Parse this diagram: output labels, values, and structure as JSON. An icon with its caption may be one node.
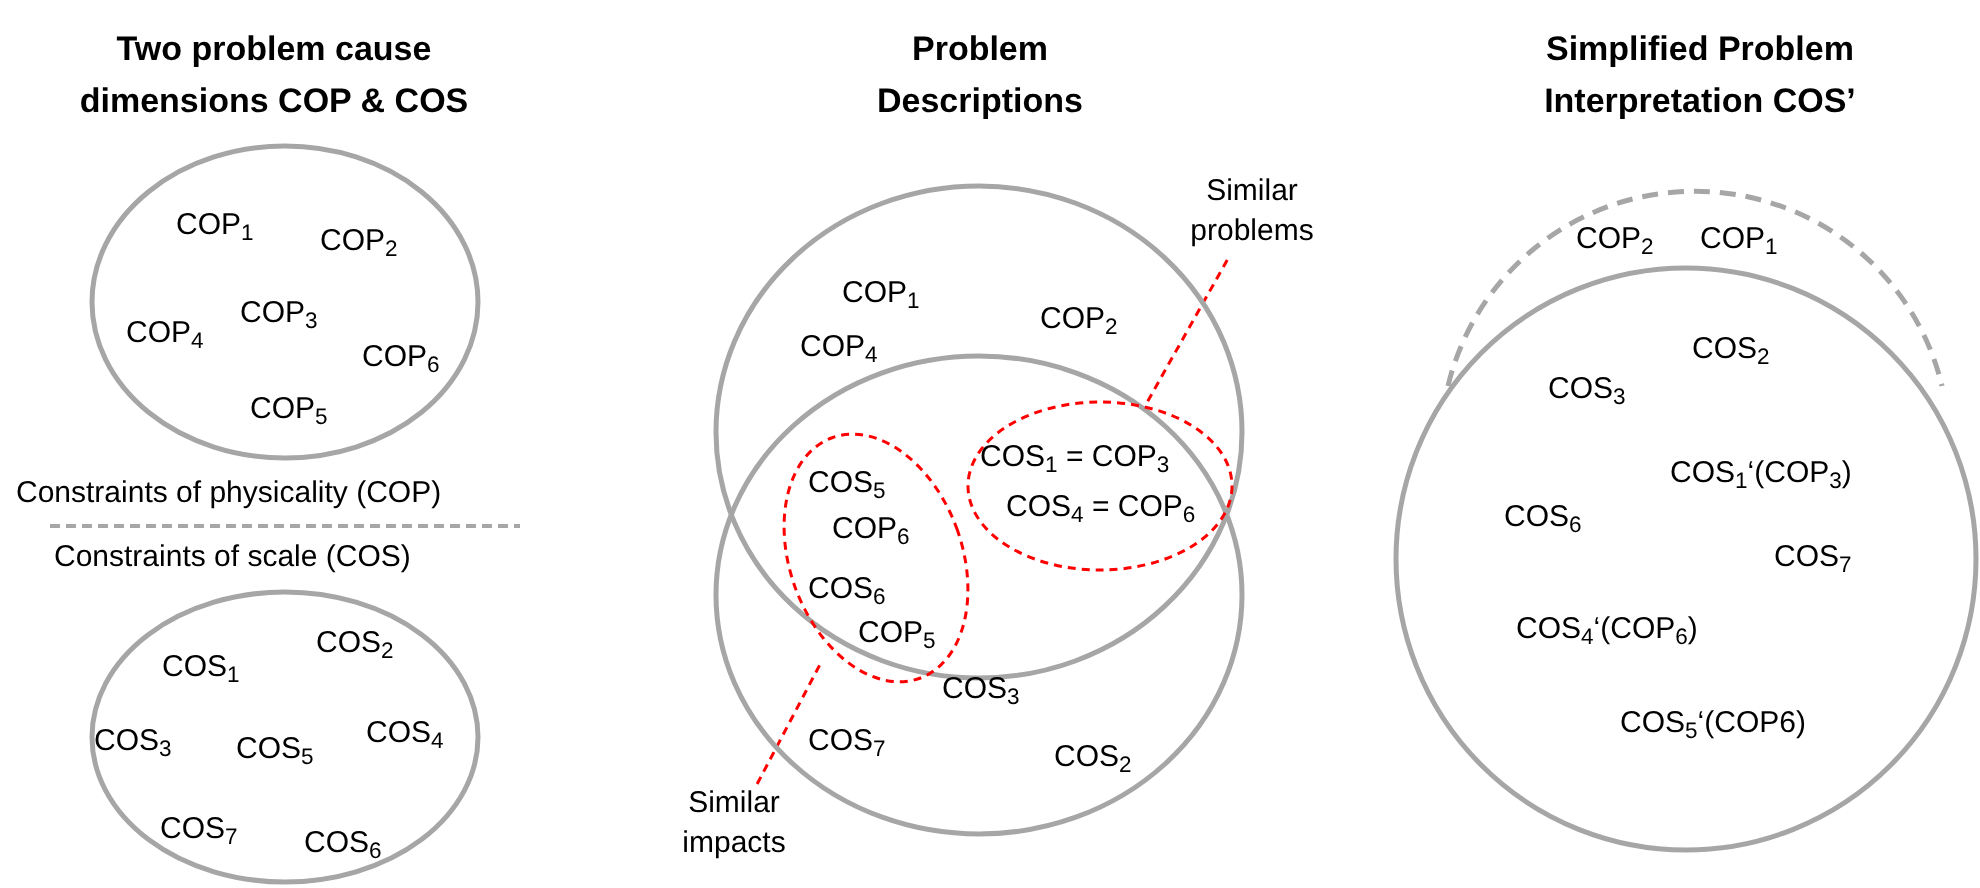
{
  "diagram": {
    "nodes": [
      {
        "text": [
          "COP$_{1}$",
          "COP$_{2}$",
          "COP$_{4}$",
          "COP$_{3}$",
          "COP$_{6}$",
          "COP$_{5}$"
        ]
      },
      {
        "text": [
          "COS$_{1}$",
          "COS$_{2}$",
          "COS$_{3}$",
          "COS$_{5}$",
          "COS$_{4}$",
          "COS$_{7}$",
          "COS$_{6}$"
        ]
      },
      {
        "text": [
          "COP$_{1}$",
          "COP$_{2}$",
          "COP$_{4}$"
        ]
      },
      {
        "text": [
          "COS$_{3}$",
          "COS$_{7}$",
          "COS$_{2}$"
        ]
      },
      {
        "text": [
          "COS$_{5}$",
          "COP$_{6}$",
          "COS$_{6}$",
          "COP$_{5}$"
        ]
      },
      {
        "text": [
          "COS$_{1}$ = COP$_{3}$",
          "COS$_{4}$ = COP$_{6}$"
        ]
      },
      {
        "text": [
          "Similar problems"
        ]
      },
      {
        "text": [
          "Similar impacts"
        ]
      },
      {
        "text": [
          "COS$_{2}$",
          "COS$_{3}$",
          "COS$_{1}$‘(COP$_{3}$)",
          "COS$_{6}$",
          "COS$_{7}$",
          "COS$_{4}$‘(COP$_{6}$)",
          "COS$_{5}$‘(COP6)"
        ]
      }
    ],
    "edges": [
      {
        "from": 6,
        "to": 5,
        "arrow": "none",
        "style": "dashed",
        "color": "#ff0000"
      },
      {
        "from": 7,
        "to": 4,
        "arrow": "none",
        "style": "dashed",
        "color": "#ff0000"
      }
    ],
    "labels": [
      "Two problem cause dimensions  COP & COS",
      "Problem Descriptions",
      "Simplified Problem Interpretation COS’",
      "Constraints of physicality (COP)",
      "Constraints of scale (COS)",
      "COP$_{2}$",
      "COP$_{1}$"
    ]
  }
}
